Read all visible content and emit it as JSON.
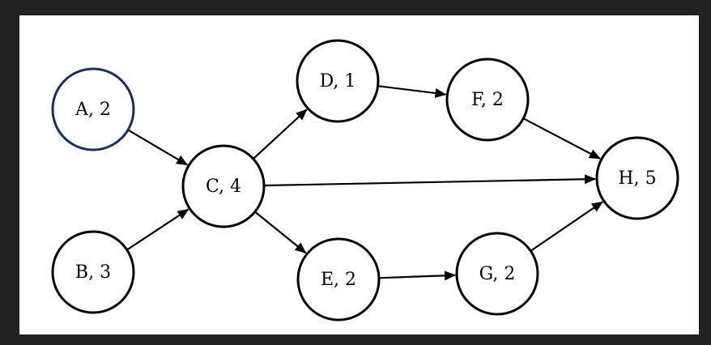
{
  "diagram": {
    "nodes": [
      {
        "id": "A",
        "label": "A, 2",
        "highlight": true
      },
      {
        "id": "B",
        "label": "B, 3"
      },
      {
        "id": "C",
        "label": "C, 4"
      },
      {
        "id": "D",
        "label": "D, 1"
      },
      {
        "id": "E",
        "label": "E, 2"
      },
      {
        "id": "F",
        "label": "F, 2"
      },
      {
        "id": "G",
        "label": "G, 2"
      },
      {
        "id": "H",
        "label": "H, 5"
      }
    ],
    "edges": [
      {
        "from": "A",
        "to": "C"
      },
      {
        "from": "B",
        "to": "C"
      },
      {
        "from": "C",
        "to": "D"
      },
      {
        "from": "C",
        "to": "E"
      },
      {
        "from": "C",
        "to": "H"
      },
      {
        "from": "D",
        "to": "F"
      },
      {
        "from": "E",
        "to": "G"
      },
      {
        "from": "F",
        "to": "H"
      },
      {
        "from": "G",
        "to": "H"
      }
    ],
    "colors": {
      "background": "#222222",
      "canvas": "#ffffff",
      "node_stroke": "#000000",
      "highlight_stroke": "#1a2f5a"
    }
  }
}
